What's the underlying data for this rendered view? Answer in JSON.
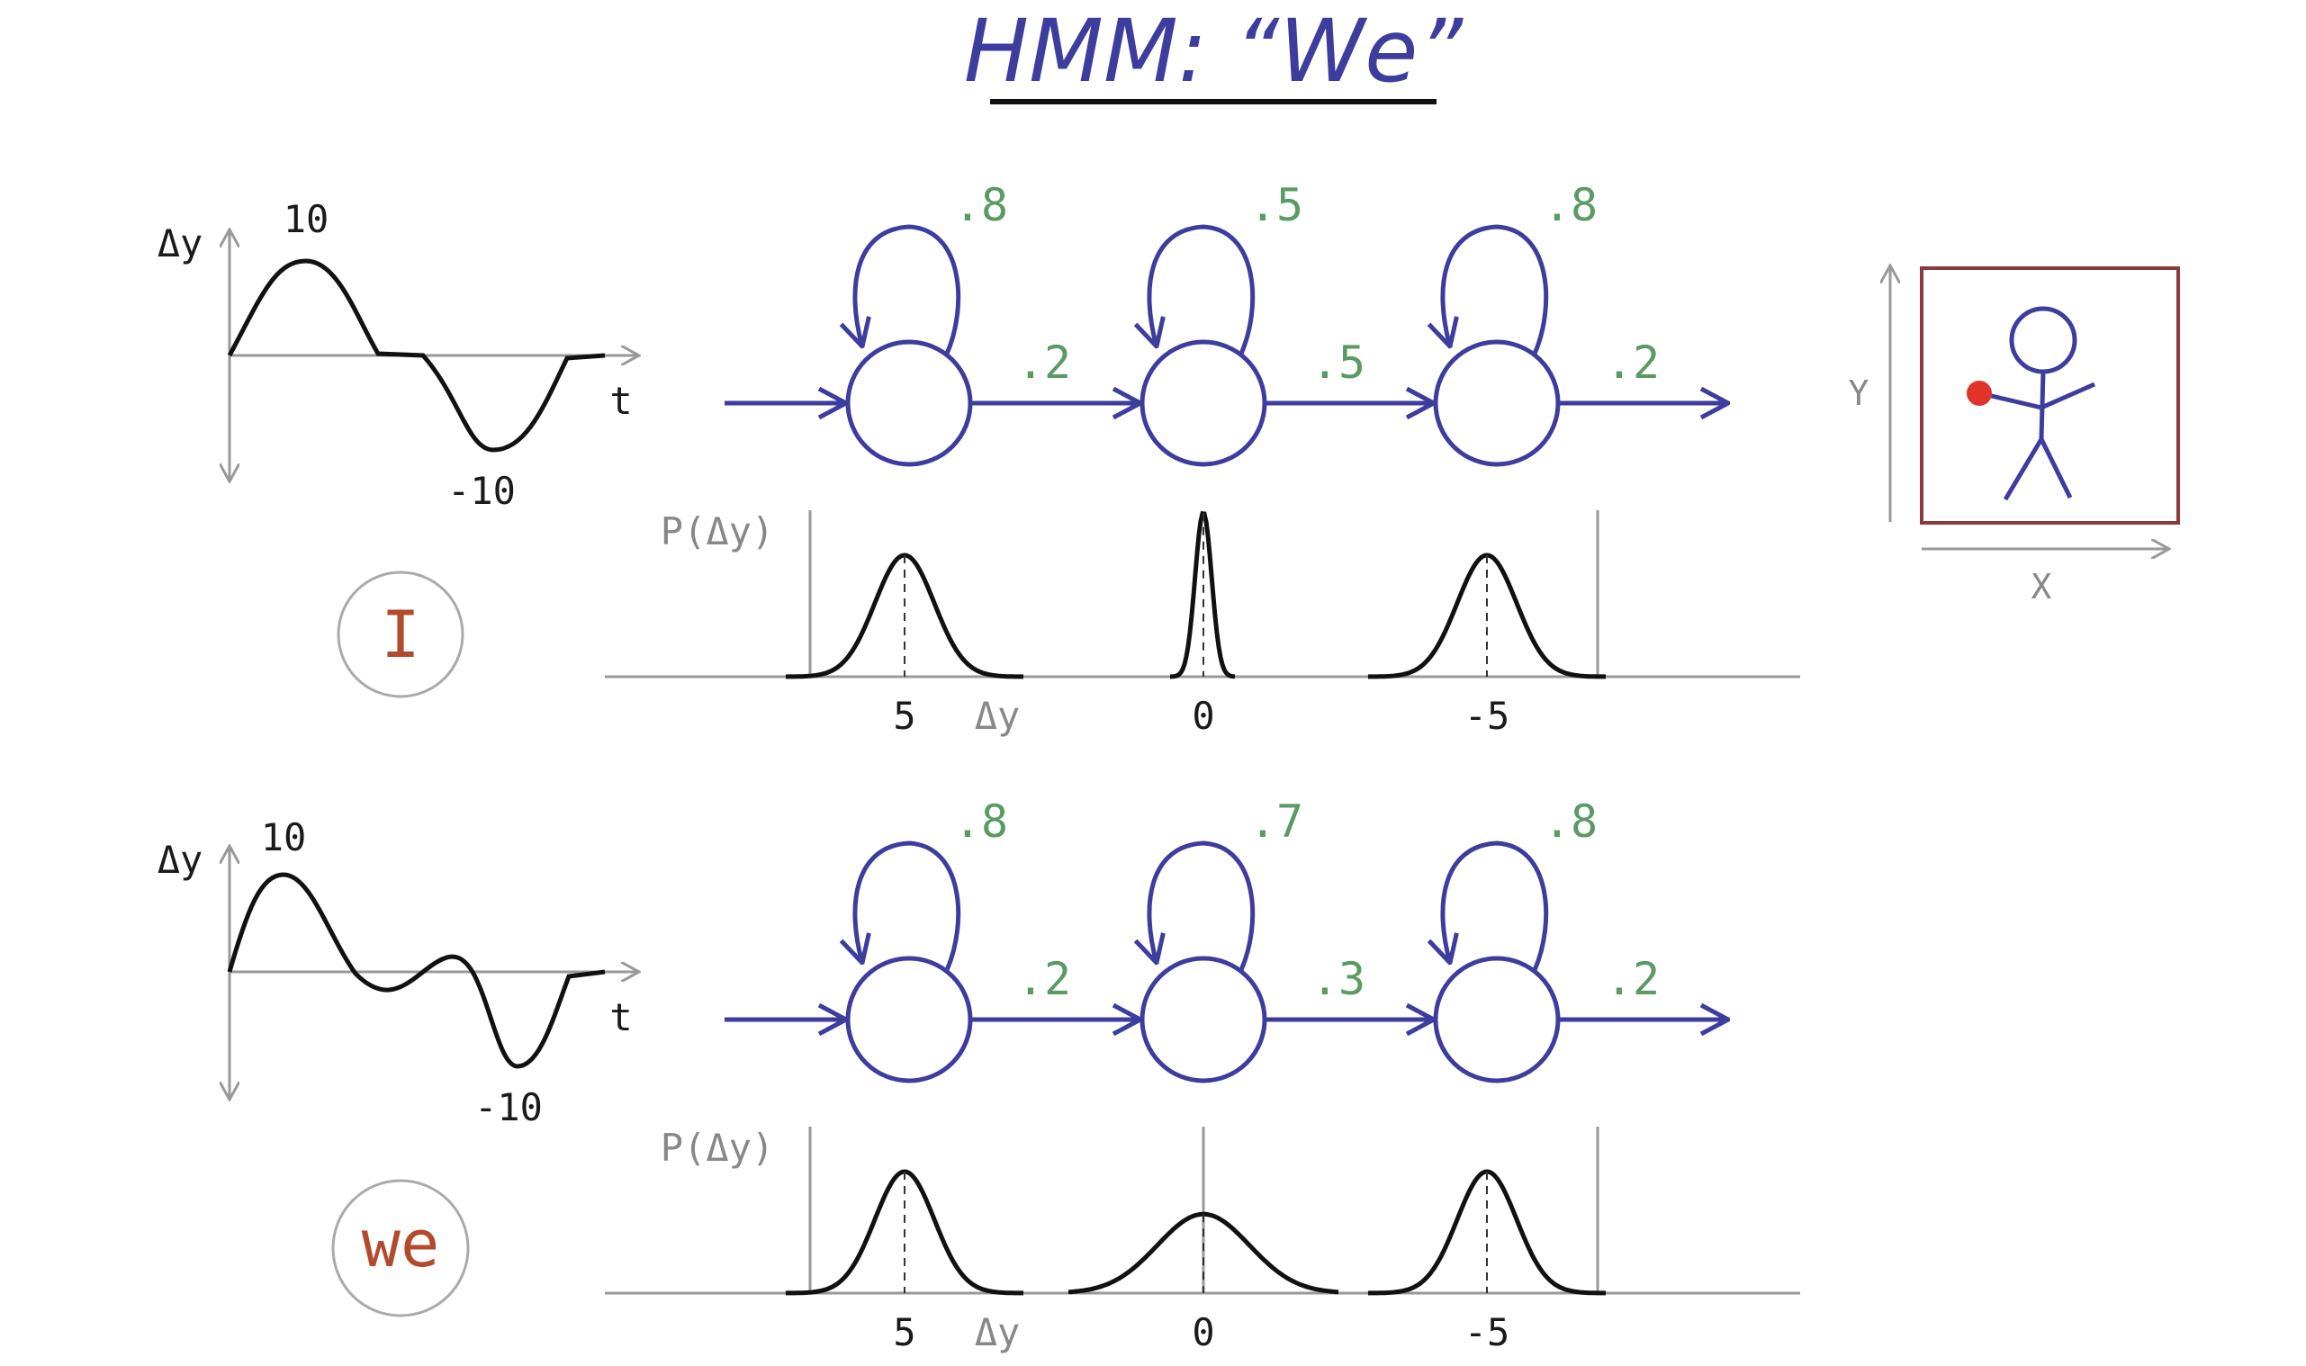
{
  "title": "HMM: “We”",
  "rows": [
    {
      "id": "I",
      "letter": "I",
      "trajectory": {
        "y_label": "Δy",
        "t_label": "t",
        "peak": "10",
        "trough": "-10"
      },
      "self_probs": [
        ".8",
        ".5",
        ".8"
      ],
      "trans_probs": [
        ".2",
        ".5",
        ".2"
      ],
      "dist_label": "P(Δy)",
      "dist_axis": "Δy",
      "dist_ticks": [
        "5",
        "0",
        "-5"
      ],
      "dist_widths": [
        1.0,
        0.28,
        1.0
      ],
      "dist_heights": [
        1.0,
        1.35,
        1.0
      ]
    },
    {
      "id": "we",
      "letter": "we",
      "trajectory": {
        "y_label": "Δy",
        "t_label": "t",
        "peak": "10",
        "trough": "-10"
      },
      "self_probs": [
        ".8",
        ".7",
        ".8"
      ],
      "trans_probs": [
        ".2",
        ".3",
        ".2"
      ],
      "dist_label": "P(Δy)",
      "dist_axis": "Δy",
      "dist_ticks": [
        "5",
        "0",
        "-5"
      ],
      "dist_widths": [
        1.0,
        1.55,
        1.0
      ],
      "dist_heights": [
        1.0,
        0.65,
        1.0
      ]
    }
  ],
  "figure": {
    "x_label": "X",
    "y_label": "Y",
    "colors": {
      "dot": "#e0342a",
      "stick": "#3d3d9e",
      "frame": "#8a3a3a"
    }
  },
  "colors": {
    "hmm": "#3d3d9e",
    "prob": "#5a9a63",
    "letter": "#b34a2c"
  }
}
